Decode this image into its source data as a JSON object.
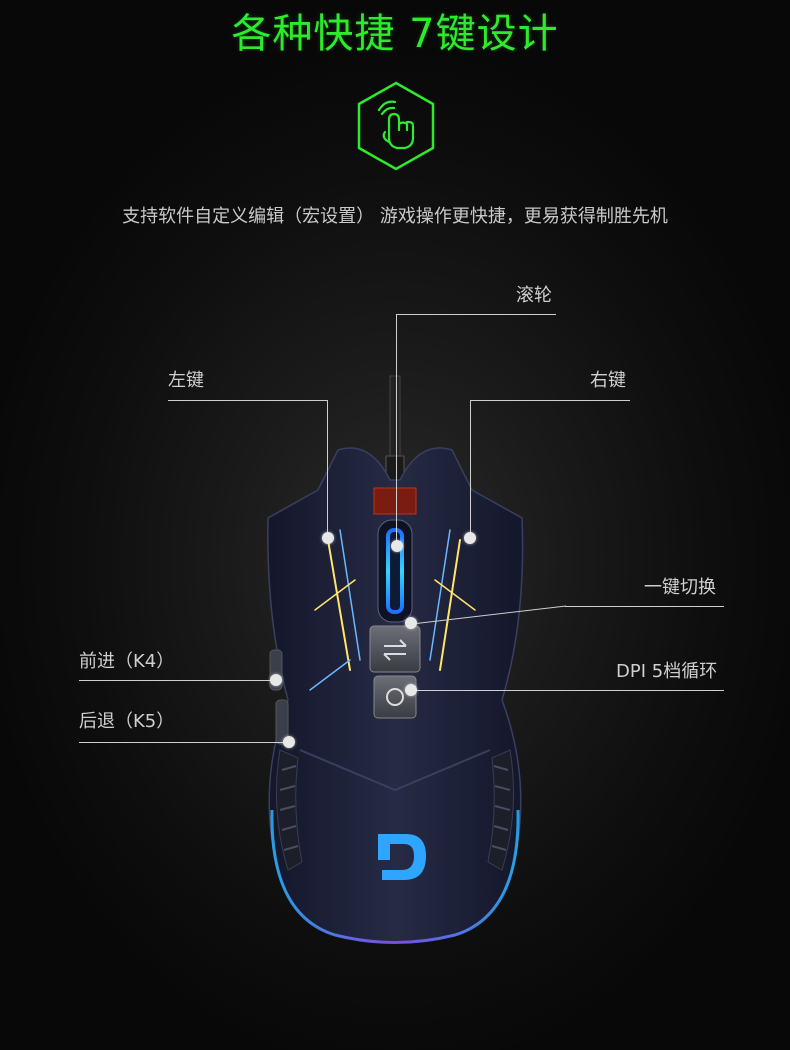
{
  "header": {
    "title": "各种快捷 7键设计",
    "icon": "hand-tap-icon",
    "subtitle": "支持软件自定义编辑（宏设置） 游戏操作更快捷，更易获得制胜先机"
  },
  "callouts": {
    "scroll_wheel": "滚轮",
    "left_button": "左键",
    "right_button": "右键",
    "one_key_switch": "一键切换",
    "dpi_cycle": "DPI 5档循环",
    "forward": "前进（K4）",
    "back": "后退（K5）"
  },
  "colors": {
    "accent_green": "#2dea2d",
    "text": "#cfcfcf",
    "background": "#0b0b0b"
  }
}
